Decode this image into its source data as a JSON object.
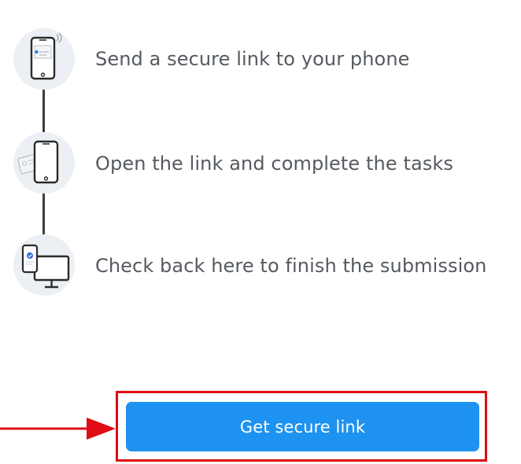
{
  "steps": [
    {
      "icon": "phone-link-icon",
      "text": "Send a secure link to your phone"
    },
    {
      "icon": "phone-tasks-icon",
      "text": "Open the link and complete the tasks"
    },
    {
      "icon": "desktop-phone-icon",
      "text": "Check back here to finish the submission"
    }
  ],
  "button": {
    "label": "Get secure link"
  },
  "colors": {
    "accent": "#1e92f0",
    "highlight": "#e00b14",
    "text": "#555a60",
    "icon_bg": "#eceff3"
  }
}
